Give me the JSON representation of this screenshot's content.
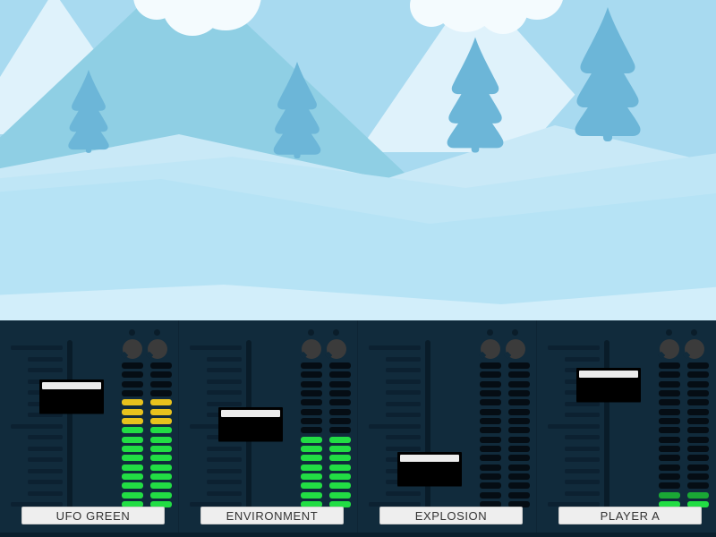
{
  "scene": {
    "name": "snowy-mountain-landscape",
    "colors": {
      "sky": "#a8daf0",
      "far_mountain": "#dff2fb",
      "mid_mountain": "#c9e9f7",
      "near_mountain": "#8fcfe4",
      "snow_field": "#bfe6f6",
      "snow_field_light": "#d2eefa",
      "cloud": "#f4fbfe",
      "tree": "#6cb6d8"
    }
  },
  "mixer": {
    "panel_color": "#112b3c",
    "channels": [
      {
        "label": "UFO GREEN",
        "fader_value": 72,
        "knob_left": "pan-knob",
        "knob_right": "gain-knob",
        "meter_segments_total": 16,
        "meter_left": [
          "off",
          "off",
          "off",
          "off",
          "yellow",
          "yellow",
          "yellow",
          "green",
          "green",
          "green",
          "green",
          "green",
          "green",
          "green",
          "green",
          "green"
        ],
        "meter_right": [
          "off",
          "off",
          "off",
          "off",
          "yellow",
          "yellow",
          "yellow",
          "green",
          "green",
          "green",
          "green",
          "green",
          "green",
          "green",
          "green",
          "green"
        ]
      },
      {
        "label": "ENVIRONMENT",
        "fader_value": 52,
        "knob_left": "pan-knob",
        "knob_right": "gain-knob",
        "meter_segments_total": 16,
        "meter_left": [
          "off",
          "off",
          "off",
          "off",
          "off",
          "off",
          "off",
          "off",
          "green",
          "green",
          "green",
          "green",
          "green",
          "green",
          "green",
          "green"
        ],
        "meter_right": [
          "off",
          "off",
          "off",
          "off",
          "off",
          "off",
          "off",
          "off",
          "green",
          "green",
          "green",
          "green",
          "green",
          "green",
          "green",
          "green"
        ]
      },
      {
        "label": "EXPLOSION",
        "fader_value": 20,
        "knob_left": "pan-knob",
        "knob_right": "gain-knob",
        "meter_segments_total": 16,
        "meter_left": [
          "off",
          "off",
          "off",
          "off",
          "off",
          "off",
          "off",
          "off",
          "off",
          "off",
          "off",
          "off",
          "off",
          "off",
          "off",
          "off"
        ],
        "meter_right": [
          "off",
          "off",
          "off",
          "off",
          "off",
          "off",
          "off",
          "off",
          "off",
          "off",
          "off",
          "off",
          "off",
          "off",
          "off",
          "off"
        ]
      },
      {
        "label": "PLAYER A",
        "fader_value": 80,
        "knob_left": "pan-knob",
        "knob_right": "gain-knob",
        "meter_segments_total": 16,
        "meter_left": [
          "off",
          "off",
          "off",
          "off",
          "off",
          "off",
          "off",
          "off",
          "off",
          "off",
          "off",
          "off",
          "off",
          "off",
          "green-dim",
          "green"
        ],
        "meter_right": [
          "off",
          "off",
          "off",
          "off",
          "off",
          "off",
          "off",
          "off",
          "off",
          "off",
          "off",
          "off",
          "off",
          "off",
          "green-dim",
          "green"
        ]
      }
    ],
    "scale_ticks": [
      "long",
      "short",
      "short",
      "short",
      "short",
      "short",
      "short",
      "long",
      "short",
      "short",
      "short",
      "short",
      "short",
      "short",
      "long"
    ]
  }
}
